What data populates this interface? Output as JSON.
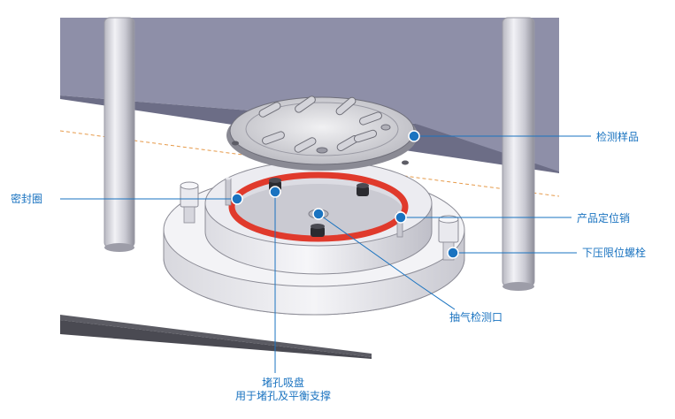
{
  "colors": {
    "callout": "#1a73c0",
    "seal_ring": "#e03a2c",
    "window": "#8e8fa8",
    "dashed_line": "#e69a4a"
  },
  "labels": {
    "sample": "检测样品",
    "seal": "密封圈",
    "pin": "产品定位销",
    "bolt": "下压限位螺栓",
    "vent": "抽气检测口",
    "plug": "堵孔吸盘",
    "plug_sub": "用于堵孔及平衡支撑"
  }
}
